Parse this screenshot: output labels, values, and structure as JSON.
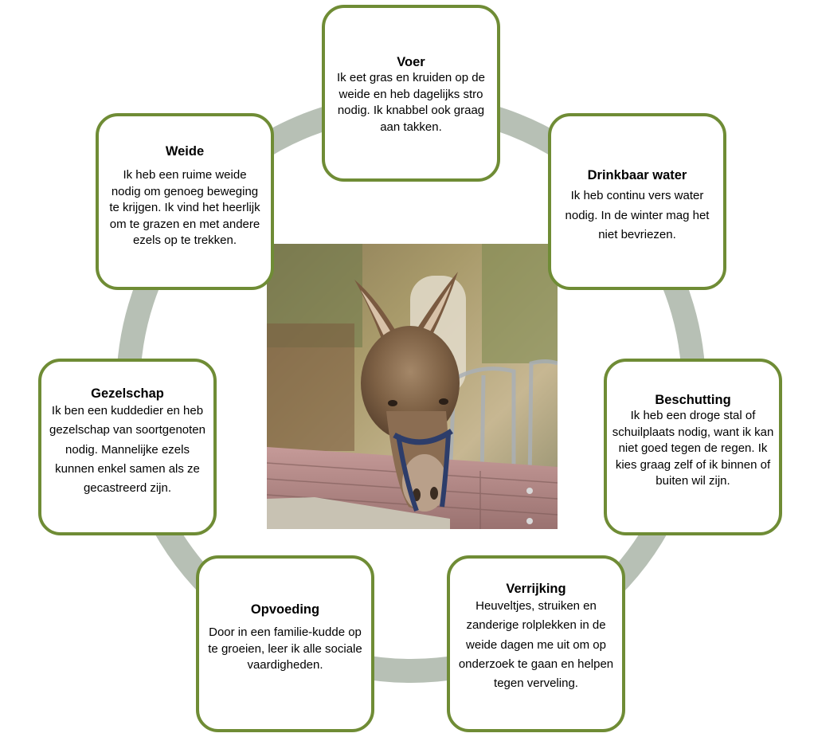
{
  "colors": {
    "ring": "#b7c0b5",
    "card_border": "#6f8c35",
    "card_fill": "#ffffff"
  },
  "photo": {
    "subject": "donkey-photo"
  },
  "cards": {
    "voer": {
      "title": "Voer",
      "text": "Ik eet gras en kruiden op de weide en heb dagelijks stro nodig. Ik knabbel ook graag aan takken."
    },
    "drinkbaar_water": {
      "title": "Drinkbaar water",
      "text": "Ik heb continu vers water nodig. In de winter mag het niet bevriezen."
    },
    "beschutting": {
      "title": "Beschutting",
      "text": "Ik heb een droge stal of schuilplaats nodig, want ik kan niet goed tegen de regen. Ik kies graag zelf of ik binnen of buiten wil zijn."
    },
    "verrijking": {
      "title": "Verrijking",
      "text": "Heuveltjes, struiken en zanderige rolplekken in de weide dagen me uit om op onderzoek te gaan en helpen tegen verveling."
    },
    "opvoeding": {
      "title": "Opvoeding",
      "text": "Door in een familie-kudde op te groeien, leer ik alle sociale vaardigheden."
    },
    "gezelschap": {
      "title": "Gezelschap",
      "text": "Ik ben een kuddedier en heb gezelschap van soortgenoten nodig. Mannelijke ezels kunnen enkel samen als ze gecastreerd zijn."
    },
    "weide": {
      "title": "Weide",
      "text": "Ik heb een ruime weide nodig om genoeg beweging te krijgen. Ik vind het heerlijk om te grazen en met andere ezels op te trekken."
    }
  }
}
